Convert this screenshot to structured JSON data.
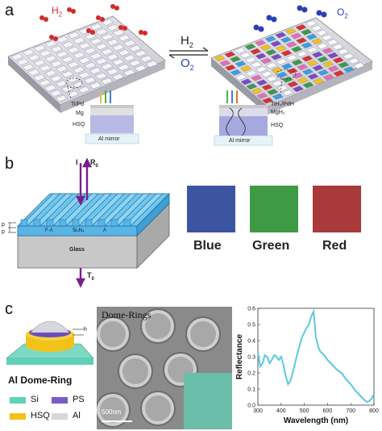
{
  "panel_a": {
    "letter": "a",
    "gas_left": "H",
    "gas_left_sub": "2",
    "gas_right": "O",
    "gas_right_sub": "2",
    "arrow_top": "H",
    "arrow_top_sub": "2",
    "arrow_bottom": "O",
    "arrow_bottom_sub": "2",
    "stack_left": [
      "Ti/Pd",
      "Mg",
      "HSQ"
    ],
    "stack_right": [
      "TiH₂/PdH",
      "MgH₂",
      "HSQ"
    ],
    "mirror_left": "Al mirror",
    "mirror_right": "Al mirror"
  },
  "panel_b": {
    "letter": "b",
    "incident": "I",
    "reflected": "R",
    "reflected_sub": "0",
    "transmitted": "T",
    "transmitted_sub": "0",
    "label_p": "p",
    "label_pi": "p",
    "fa_label": "F·Λ",
    "lambda_label": "Λ",
    "si3n4": "Si₃N₄",
    "glass": "Glass",
    "swatches": [
      {
        "label": "Blue",
        "color": "#3d55a0"
      },
      {
        "label": "Green",
        "color": "#3e9a45"
      },
      {
        "label": "Red",
        "color": "#a83a3c"
      }
    ]
  },
  "panel_c": {
    "letter": "c",
    "h_label": "h",
    "title": "Al Dome-Ring",
    "legend": [
      {
        "label": "Si",
        "color": "#5fd1b8"
      },
      {
        "label": "PS",
        "color": "#7a5bc8"
      },
      {
        "label": "HSQ",
        "color": "#f2c21b"
      },
      {
        "label": "Al",
        "color": "#d8d8d8"
      }
    ],
    "sem_title": "Dome-Rings",
    "scale_bar": "500nm"
  },
  "chart_data": {
    "type": "line",
    "xlabel": "Wavelength (nm)",
    "ylabel": "Reflectance",
    "xlim": [
      300,
      800
    ],
    "ylim": [
      0.0,
      0.6
    ],
    "xticks": [
      300,
      400,
      500,
      600,
      700,
      800
    ],
    "yticks": [
      0.0,
      0.1,
      0.2,
      0.3,
      0.4,
      0.5,
      0.6
    ],
    "line_color": "#5cc8e0",
    "series": [
      {
        "x": [
          300,
          310,
          320,
          330,
          340,
          350,
          360,
          370,
          380,
          390,
          400,
          410,
          420,
          430,
          440,
          450,
          460,
          470,
          480,
          490,
          500,
          510,
          520,
          530,
          540,
          545,
          550,
          560,
          570,
          580,
          590,
          600,
          620,
          640,
          660,
          680,
          700,
          720,
          740,
          760,
          770,
          780,
          790,
          800
        ],
        "y": [
          0.33,
          0.24,
          0.26,
          0.31,
          0.3,
          0.26,
          0.28,
          0.31,
          0.3,
          0.28,
          0.3,
          0.25,
          0.18,
          0.13,
          0.15,
          0.2,
          0.26,
          0.32,
          0.37,
          0.42,
          0.45,
          0.48,
          0.5,
          0.55,
          0.58,
          0.5,
          0.42,
          0.36,
          0.33,
          0.32,
          0.3,
          0.28,
          0.25,
          0.22,
          0.2,
          0.16,
          0.13,
          0.09,
          0.06,
          0.03,
          0.02,
          0.025,
          0.04,
          0.07
        ]
      }
    ]
  }
}
